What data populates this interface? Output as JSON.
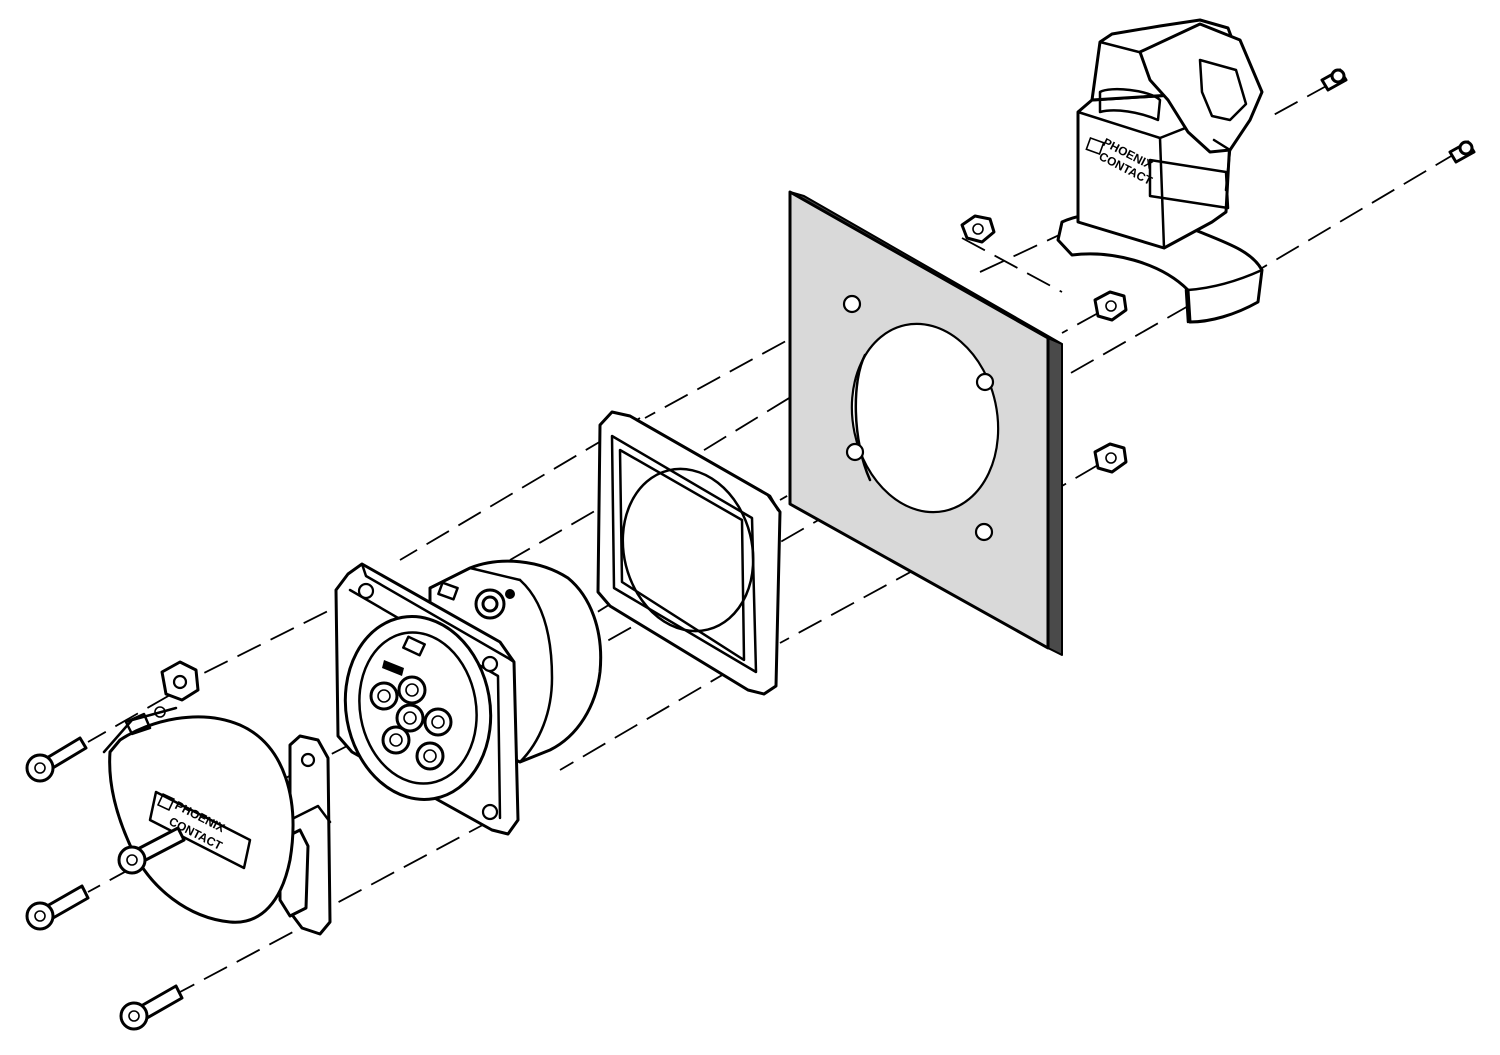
{
  "labels": {
    "housing_logo_line1": "PHOENIX",
    "housing_logo_line2": "CONTACT",
    "cap_logo_line1": "PHOENIX",
    "cap_logo_line2": "CONTACT"
  },
  "colors": {
    "line": "#000000",
    "panel_fill": "#d9d9d9",
    "panel_edge": "#4a4a4a",
    "background": "#ffffff"
  }
}
